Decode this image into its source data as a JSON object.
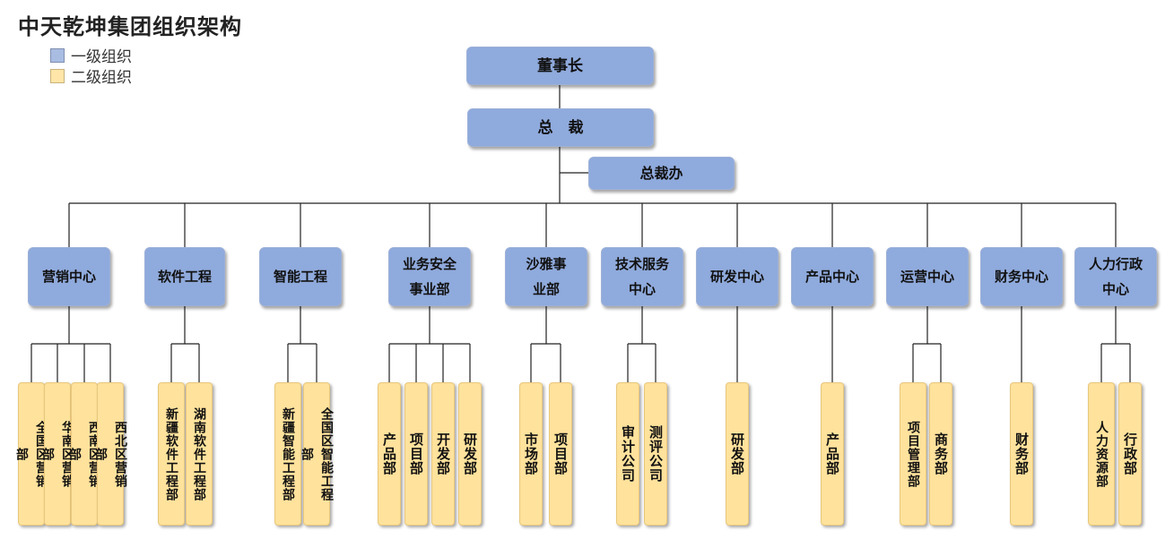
{
  "title": "中天乾坤集团组织架构",
  "legend": {
    "level1": "一级组织",
    "level2": "二级组织"
  },
  "nodes": {
    "chairman": "董事长",
    "president": "总　裁",
    "president_office": "总裁办"
  },
  "centers": [
    {
      "name": "营销中心",
      "depts": [
        "全国区营销部",
        "华南区营销部",
        "西南区营销部",
        "西北区营销部"
      ]
    },
    {
      "name": "软件工程",
      "depts": [
        "新疆软件工程部",
        "湖南软件工程部"
      ]
    },
    {
      "name": "智能工程",
      "depts": [
        "新疆智能工程部",
        "全国区智能工程部"
      ]
    },
    {
      "name": "业务安全事业部",
      "depts": [
        "产品部",
        "项目部",
        "开发部",
        "研发部"
      ]
    },
    {
      "name": "沙雅事业部",
      "depts": [
        "市场部",
        "项目部"
      ]
    },
    {
      "name": "技术服务中心",
      "depts": [
        "审计公司",
        "测评公司"
      ]
    },
    {
      "name": "研发中心",
      "depts": [
        "研发部"
      ]
    },
    {
      "name": "产品中心",
      "depts": [
        "产品部"
      ]
    },
    {
      "name": "运营中心",
      "depts": [
        "项目管理部",
        "商务部"
      ]
    },
    {
      "name": "财务中心",
      "depts": [
        "财务部"
      ]
    },
    {
      "name": "人力行政中心",
      "depts": [
        "人力资源部",
        "行政部"
      ]
    }
  ],
  "colors": {
    "level1": "#8faadc",
    "level2": "#ffe29c"
  }
}
